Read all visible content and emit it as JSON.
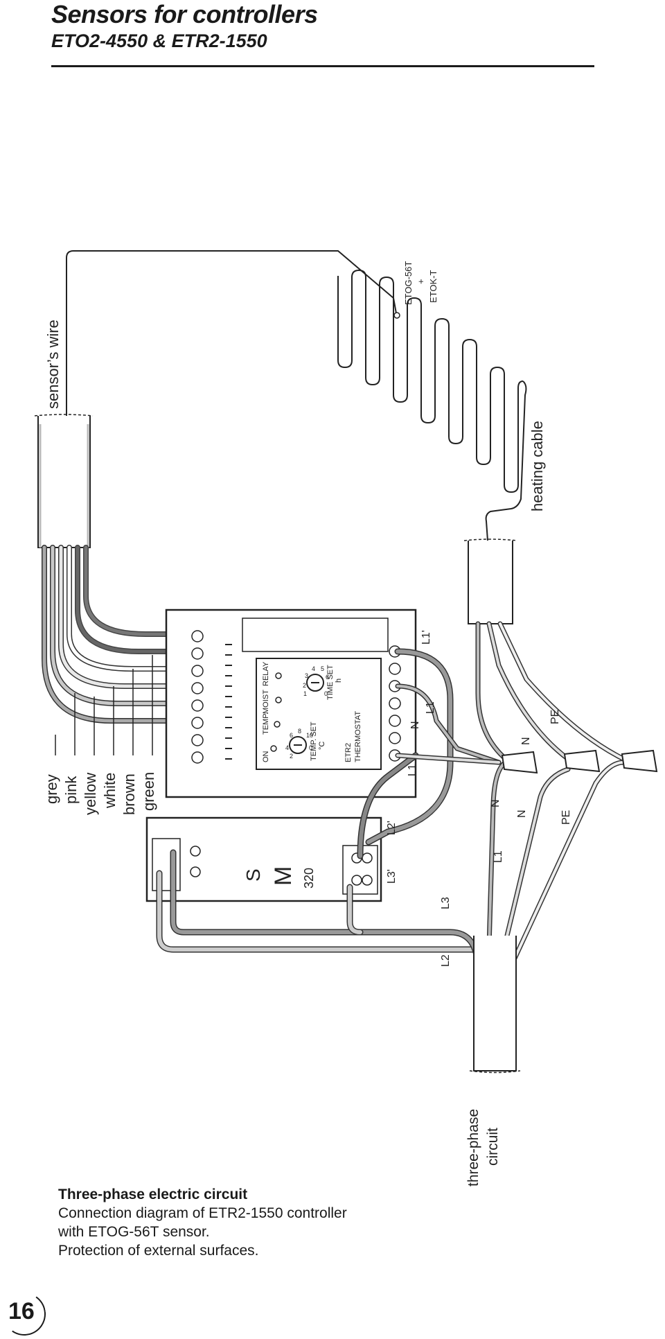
{
  "header": {
    "title": "Sensors for controllers",
    "subtitle": "ETO2-4550 & ETR2-1550"
  },
  "diagram": {
    "sensor_wire_label": "sensor’s wire",
    "heating_cable_label": "heating cable",
    "sensor_model_1": "ETOG-56T",
    "sensor_plus": "+",
    "sensor_model_2": "ETOK-T",
    "wire_colors": [
      "grey",
      "pink",
      "yellow",
      "white",
      "brown",
      "green"
    ],
    "circuit_label_1": "three-phase",
    "circuit_label_2": "circuit",
    "contactor": {
      "s": "S",
      "m": "M",
      "model": "320"
    },
    "controller": {
      "on": "ON",
      "temp": "TEMP.",
      "moist": "MOIST",
      "relay": "RELAY",
      "temp_set": "TEMP. SET",
      "temp_unit": "°C",
      "time_set": "TIME SET",
      "time_unit": "h",
      "name_1": "ETR2",
      "name_2": "THERMOSTAT",
      "temp_scale": [
        "2",
        "4",
        "6",
        "8",
        "10",
        "0"
      ],
      "time_scale": [
        "1",
        "2",
        "3",
        "4",
        "5",
        "6",
        "0"
      ]
    },
    "wire_labels": {
      "l1_prime": "L1'",
      "l1_a": "L1",
      "n_a": "N",
      "n_b": "N",
      "pe_a": "PE",
      "l1_b": "L1",
      "n_c": "N",
      "n_d": "N",
      "pe_b": "PE",
      "l2_prime": "L2'",
      "l3_prime": "L3'",
      "l3": "L3",
      "l2": "L2"
    }
  },
  "caption": {
    "title": "Three-phase electric circuit",
    "line1": "Connection diagram of ETR2-1550 controller",
    "line2": "with ETOG-56T sensor.",
    "line3": "Protection of external surfaces."
  },
  "page_number": "16"
}
